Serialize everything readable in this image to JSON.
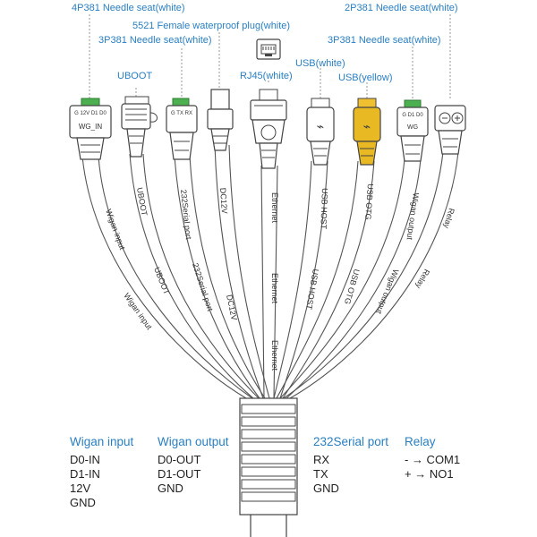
{
  "colors": {
    "label_blue": "#2a7fc1",
    "outline": "#444444",
    "cable_fill": "#ffffff",
    "green_terminal": "#4caf50",
    "usb_yellow": "#e8b923"
  },
  "top_labels": [
    {
      "id": "wg-in-label",
      "text": "4P381 Needle seat(white)"
    },
    {
      "id": "uboot-serial-label",
      "text": "3P381 Needle seat(white)"
    },
    {
      "id": "dc-label",
      "text": "5521 Female waterproof plug(white)"
    },
    {
      "id": "uboot-label",
      "text": "UBOOT"
    },
    {
      "id": "rj45-label",
      "text": "RJ45(white)"
    },
    {
      "id": "usb-white-label",
      "text": "USB(white)"
    },
    {
      "id": "usb-yellow-label",
      "text": "USB(yellow)"
    },
    {
      "id": "wg-out-label",
      "text": "3P381 Needle seat(white)"
    },
    {
      "id": "relay-label",
      "text": "2P381 Needle seat(white)"
    }
  ],
  "connector_marks": {
    "wg_in": "WG_IN",
    "wg_in_pins": "G 12V D1 D0",
    "serial_pins": "G TX RX",
    "wg_out_pins": "G D1 D0",
    "wg_out": "WG"
  },
  "cable_labels": [
    "Wigan input",
    "UBOOT",
    "232Serial port",
    "DC12V",
    "Ethernet",
    "USB HOST",
    "USB OTG",
    "Wigan output",
    "Relay"
  ],
  "legend": {
    "wigan_input": {
      "title": "Wigan input",
      "lines": [
        "D0-IN",
        "D1-IN",
        "12V",
        "GND"
      ]
    },
    "wigan_output": {
      "title": "Wigan output",
      "lines": [
        "D0-OUT",
        "D1-OUT",
        "GND"
      ]
    },
    "serial": {
      "title": "232Serial port",
      "lines": [
        "RX",
        "TX",
        "GND"
      ]
    },
    "relay": {
      "title": "Relay",
      "lines": [
        "- → COM1",
        "+ → NO1"
      ]
    }
  }
}
